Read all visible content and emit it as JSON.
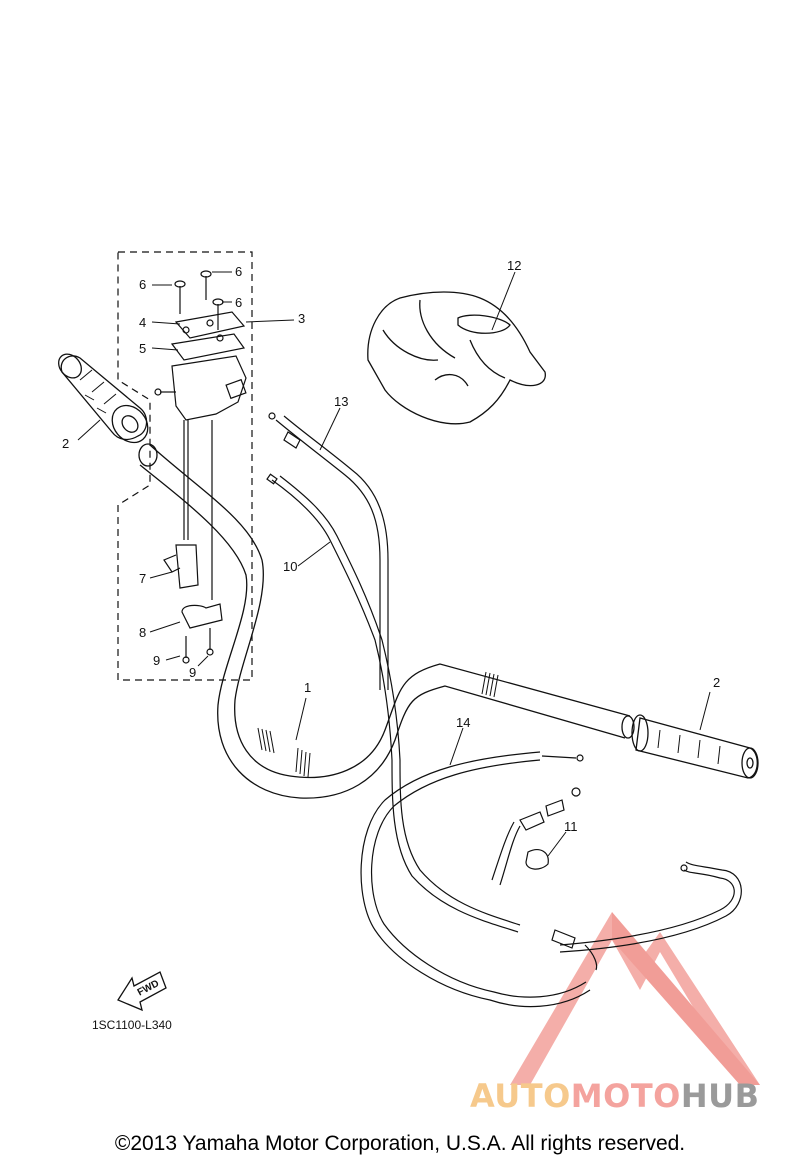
{
  "callouts": {
    "c1": "1",
    "c2_left": "2",
    "c2_right": "2",
    "c3": "3",
    "c4": "4",
    "c5": "5",
    "c6_a": "6",
    "c6_b": "6",
    "c6_c": "6",
    "c7": "7",
    "c8": "8",
    "c9_a": "9",
    "c9_b": "9",
    "c10": "10",
    "c11": "11",
    "c12": "12",
    "c13": "13",
    "c14": "14"
  },
  "fwd_label": "FWD",
  "drawing_code": "1SC1100-L340",
  "watermark": {
    "part1": "AUTO",
    "part2": "MOTO",
    "part3": "HUB",
    "colors": {
      "auto": "#f6c98c",
      "moto": "#f4a39e",
      "hub": "#9a9a9a",
      "triangle": "#f08a84"
    }
  },
  "copyright": "©2013 Yamaha Motor Corporation, U.S.A. All rights reserved.",
  "colors": {
    "line": "#111111",
    "background": "#ffffff"
  }
}
